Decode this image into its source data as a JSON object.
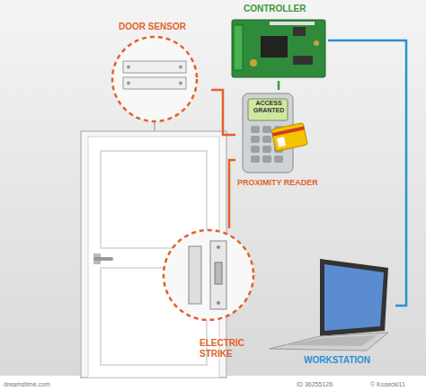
{
  "diagram": {
    "nodes": [
      {
        "text": [
          "DOOR SENSOR"
        ]
      },
      {
        "text": [
          "CONTROLLER"
        ]
      },
      {
        "text": [
          "ACCESS GRANTED",
          "PROXIMITY READER"
        ]
      },
      {
        "text": [
          "ELECTRIC STRIKE"
        ]
      },
      {
        "text": [
          "WORKSTATION"
        ]
      }
    ],
    "edges": [
      {
        "from": 0,
        "to": 2,
        "arrow": "none"
      },
      {
        "from": 1,
        "to": 2,
        "arrow": "none"
      },
      {
        "from": 3,
        "to": 2,
        "arrow": "none"
      },
      {
        "from": 1,
        "to": 4,
        "arrow": "none"
      }
    ],
    "labels": [
      "dreamstime.com",
      "ID 36255126",
      "© Kosecki11"
    ]
  }
}
